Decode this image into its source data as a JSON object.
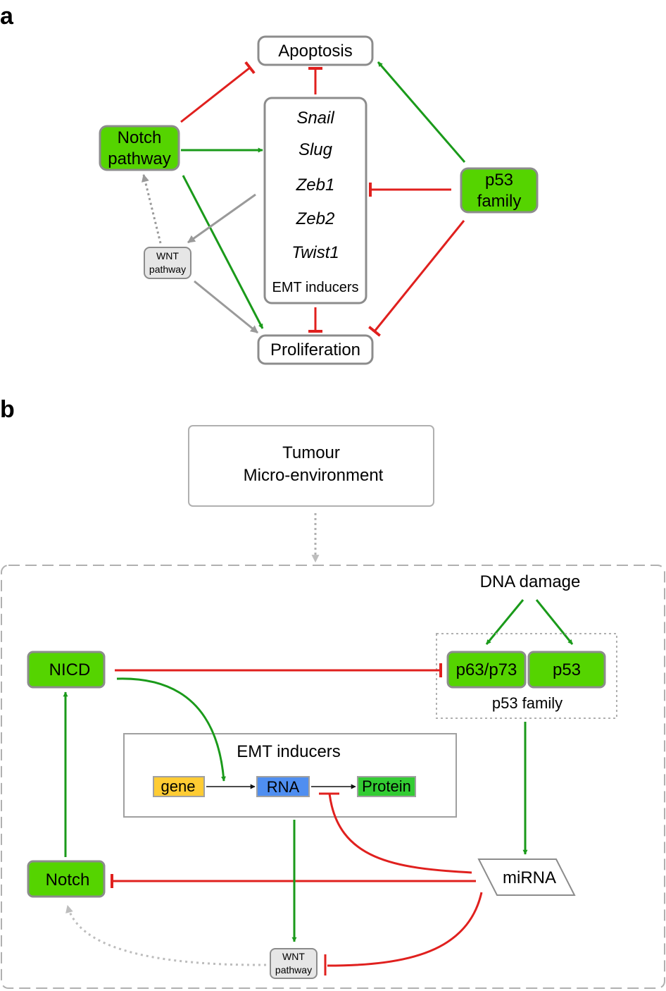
{
  "panel_a": {
    "letter": "a",
    "apoptosis": "Apoptosis",
    "proliferation": "Proliferation",
    "notch": [
      "Notch",
      "pathway"
    ],
    "p53": [
      "p53",
      "family"
    ],
    "wnt": [
      "WNT",
      "pathway"
    ],
    "emt_genes": [
      "Snail",
      "Slug",
      "Zeb1",
      "Zeb2",
      "Twist1"
    ],
    "emt_label": "EMT inducers"
  },
  "panel_b": {
    "letter": "b",
    "tumour": [
      "Tumour",
      "Micro-environment"
    ],
    "dna_damage": "DNA damage",
    "p63p73": "p63/p73",
    "p53": "p53",
    "p53_family": "p53 family",
    "nicd": "NICD",
    "emt_title": "EMT inducers",
    "gene": "gene",
    "rna": "RNA",
    "protein": "Protein",
    "notch": "Notch",
    "mirna": "miRNA",
    "wnt": [
      "WNT",
      "pathway"
    ]
  },
  "colors": {
    "green_fill": "#55d400",
    "activation": "#1a9a1a",
    "inhibition": "#e0201e",
    "grey_arrow": "#9a9a9a",
    "box_border": "#8c8c8c",
    "gene_fill": "#ffcc33",
    "rna_fill": "#4f8ef0",
    "protein_fill": "#33cc33",
    "wnt_fill": "#e6e6e6"
  }
}
